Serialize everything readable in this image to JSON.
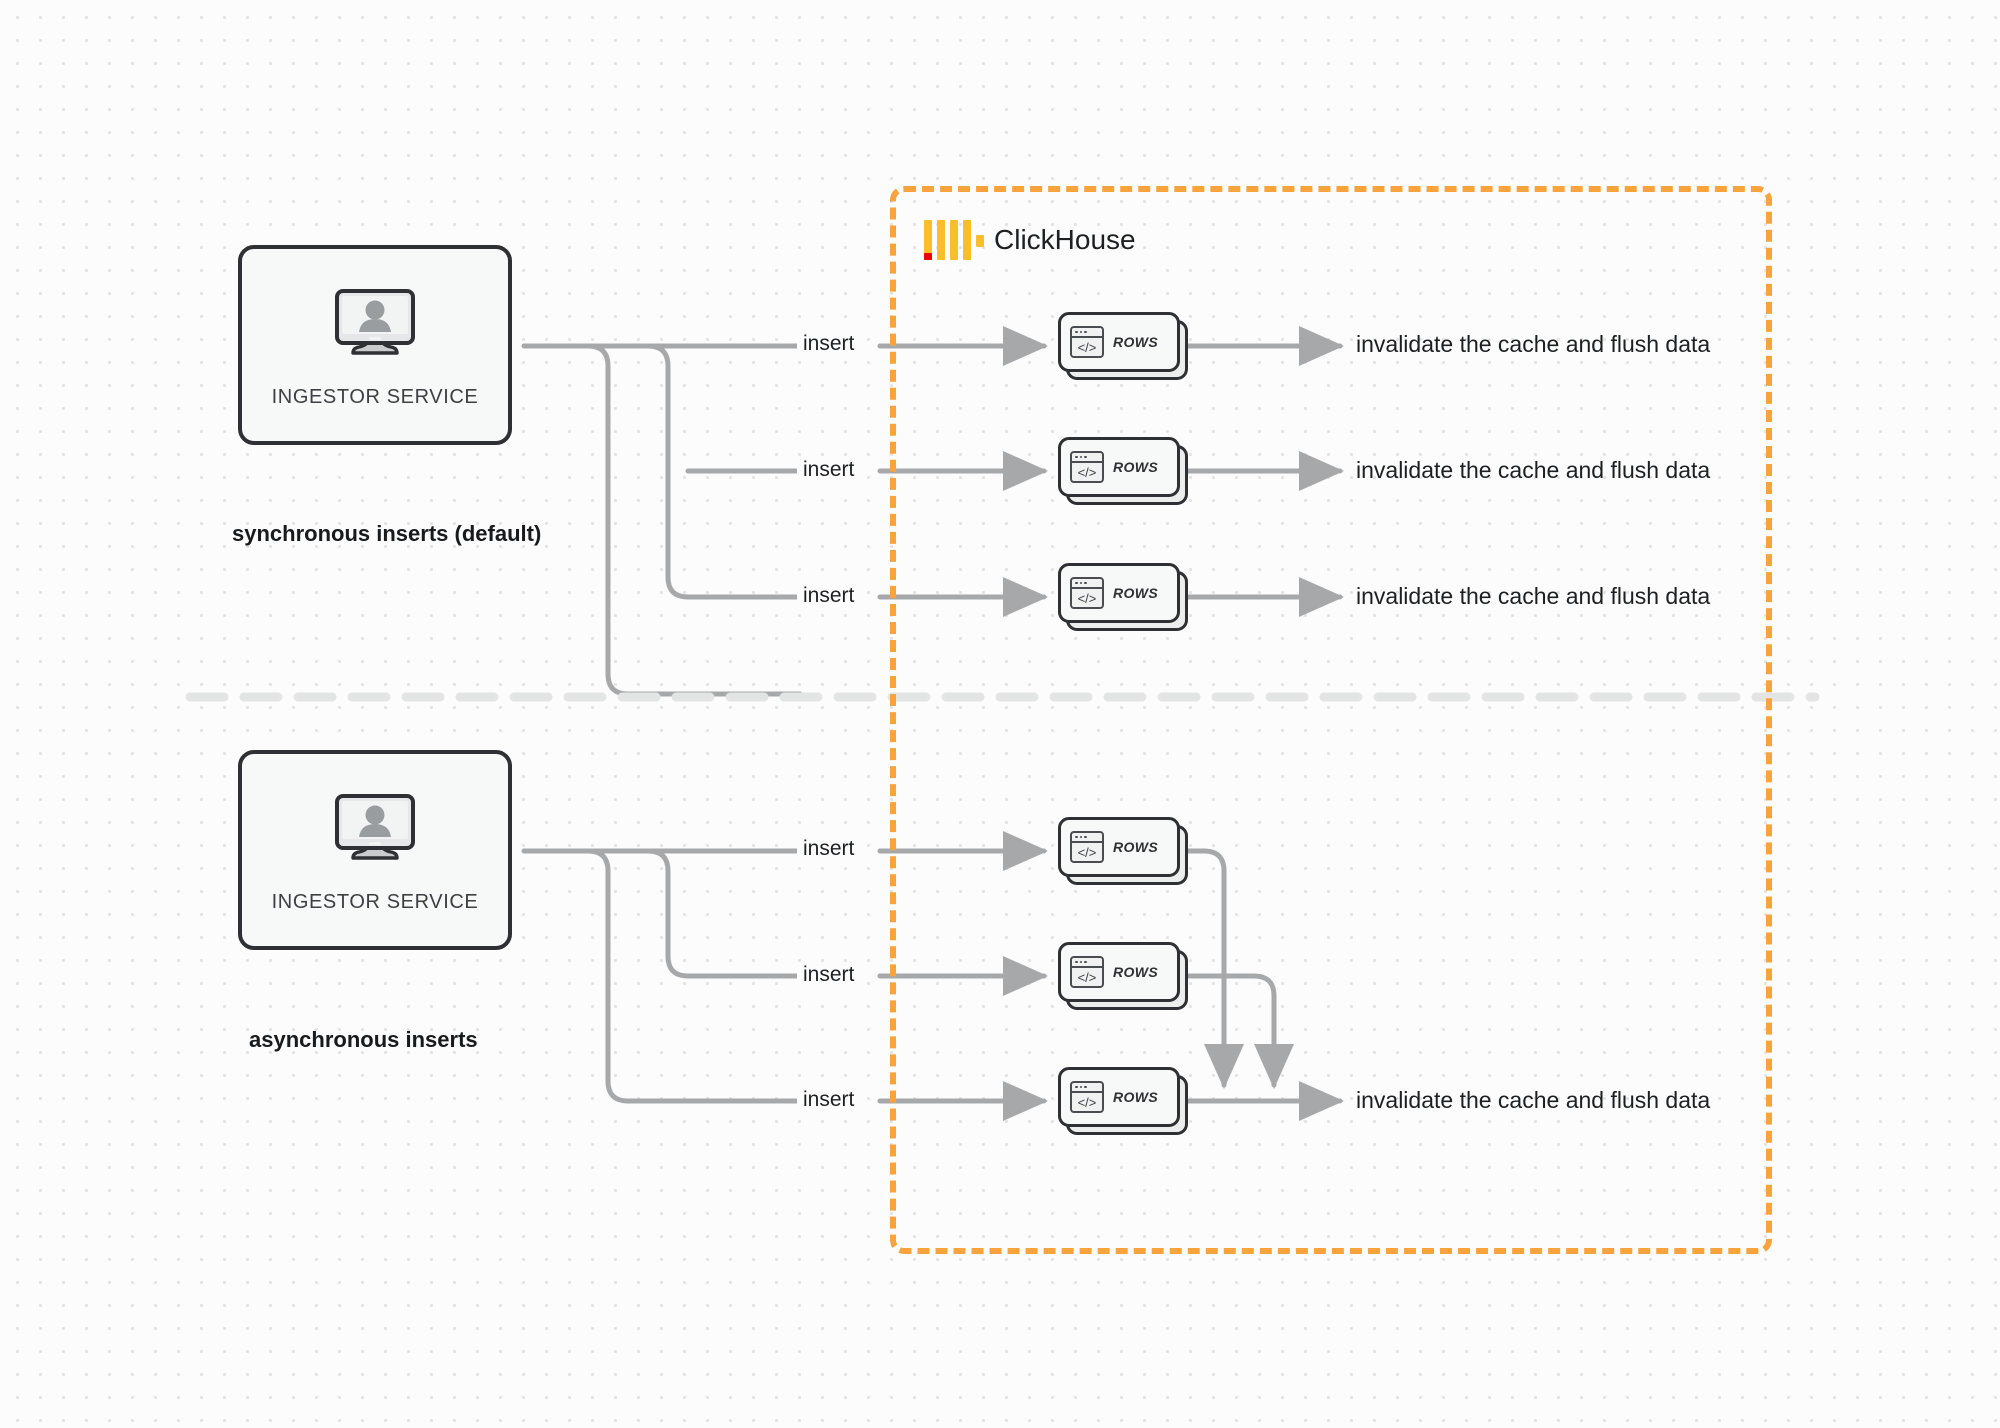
{
  "diagram": {
    "title": "ClickHouse synchronous vs asynchronous inserts",
    "colors": {
      "accent_orange": "#f9a33c",
      "logo_yellow": "#fabd2c",
      "logo_red": "#ed0000",
      "edge_gray": "#a6a8aa",
      "outline_dark": "#2e3033",
      "background": "#fcfcfc"
    }
  },
  "container": {
    "name": "ClickHouse",
    "logo_icon": "clickhouse-logo-icon"
  },
  "sections": [
    {
      "id": "synchronous",
      "label": "synchronous inserts (default)",
      "service": {
        "caption": "INGESTOR SERVICE",
        "icon": "monitor-user-icon"
      },
      "flows": [
        {
          "edge_label": "insert",
          "node_label": "ROWS",
          "result": "invalidate the cache and flush data"
        },
        {
          "edge_label": "insert",
          "node_label": "ROWS",
          "result": "invalidate the cache and flush data"
        },
        {
          "edge_label": "insert",
          "node_label": "ROWS",
          "result": "invalidate the cache and flush data"
        }
      ]
    },
    {
      "id": "asynchronous",
      "label": "asynchronous inserts",
      "service": {
        "caption": "INGESTOR SERVICE",
        "icon": "monitor-user-icon"
      },
      "flows": [
        {
          "edge_label": "insert",
          "node_label": "ROWS"
        },
        {
          "edge_label": "insert",
          "node_label": "ROWS"
        },
        {
          "edge_label": "insert",
          "node_label": "ROWS"
        }
      ],
      "result": "invalidate the cache and flush data"
    }
  ]
}
